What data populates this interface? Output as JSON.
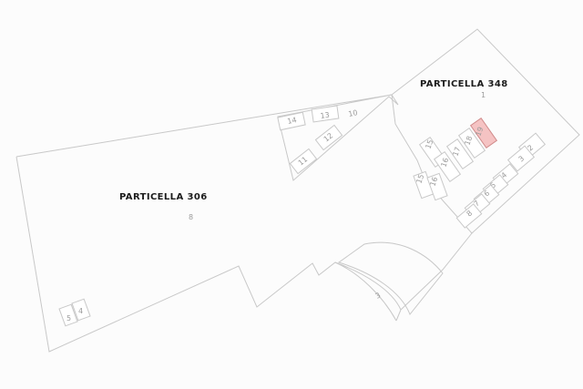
{
  "labels": {
    "particella_306": "PARTICELLA 306",
    "particella_348": "PARTICELLA 348",
    "sub_a": "8",
    "sub_b": "1",
    "sub_curve": "3"
  },
  "lots": {
    "l14": "14",
    "l13": "13",
    "l10": "10",
    "l12": "12",
    "l11": "11",
    "l15": "15",
    "l16": "16",
    "l17": "17",
    "l18": "18",
    "l19": "19",
    "l2": "2",
    "l3": "3",
    "l4": "4",
    "l5": "5",
    "l6": "6",
    "l7": "7",
    "l8": "8",
    "l15b": "15",
    "l16b": "16",
    "l4b": "4",
    "l5b": "5"
  },
  "highlighted_lot": "19"
}
